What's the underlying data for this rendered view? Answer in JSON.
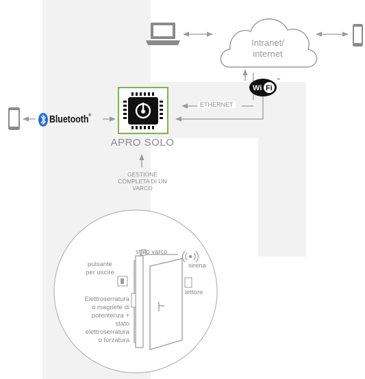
{
  "cloud": {
    "line1": "Intranet/",
    "line2": "internet"
  },
  "device": {
    "name": "APRO SOLO"
  },
  "links": {
    "ethernet": "ETHERNET",
    "bluetooth": "Bluetooth",
    "bluetooth_mark": "®",
    "wifi": "Wi Fi"
  },
  "management": {
    "line1": "GESTIONE",
    "line2": "COMPLETA DI UN",
    "line3": "VARCO"
  },
  "door": {
    "gate_state": "stato varco",
    "siren": "sirena",
    "reader": "lettore",
    "exit_button_1": "pulsante",
    "exit_button_2": "per uscire",
    "lock_lines": [
      "Elettroserratura",
      "o magnete di",
      "potentenza +",
      "stato",
      "elettroserratura",
      "o forzatura"
    ]
  },
  "colors": {
    "chip_border": "#7fb24a",
    "arrows": "#9a9a9a",
    "background_shape": "#f2f2f2",
    "icons": "#8a8a8a"
  },
  "icons": [
    "laptop-icon",
    "smartphone-icon",
    "cloud-icon",
    "wifi-icon",
    "chip-icon",
    "bluetooth-icon",
    "door-icon",
    "siren-icon"
  ]
}
